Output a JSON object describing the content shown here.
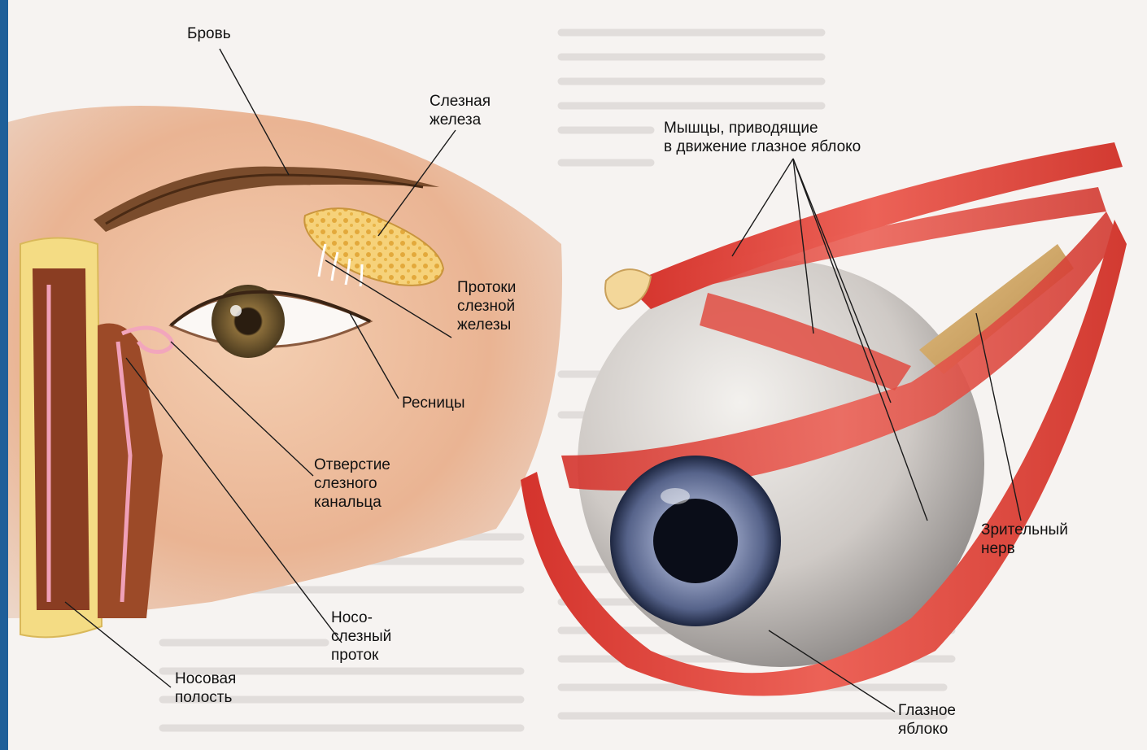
{
  "labels": {
    "brov": "Бровь",
    "sleznaya_zheleza": "Слезная\nжелеза",
    "protoki": "Протоки\nслезной\nжелезы",
    "resnitsy": "Ресницы",
    "otverstie": "Отверстие\nслезного\nканальца",
    "nososlezny": "Носо-\nслезный\nпроток",
    "nosovaya_polost": "Носовая\nполость",
    "myshtsy": "Мышцы, приводящие\nв движение глазное яблоко",
    "zritelny_nerv": "Зрительный\nнерв",
    "glaznoe_yabloko": "Глазное\nяблоко"
  },
  "colors": {
    "frame": "#1f5f99",
    "skin": "#efc3a3",
    "iris_face": "#6b5530",
    "muscle": "#e2453d",
    "gland": "#f2c65a",
    "eyeball_iris": "#3d4d73"
  }
}
